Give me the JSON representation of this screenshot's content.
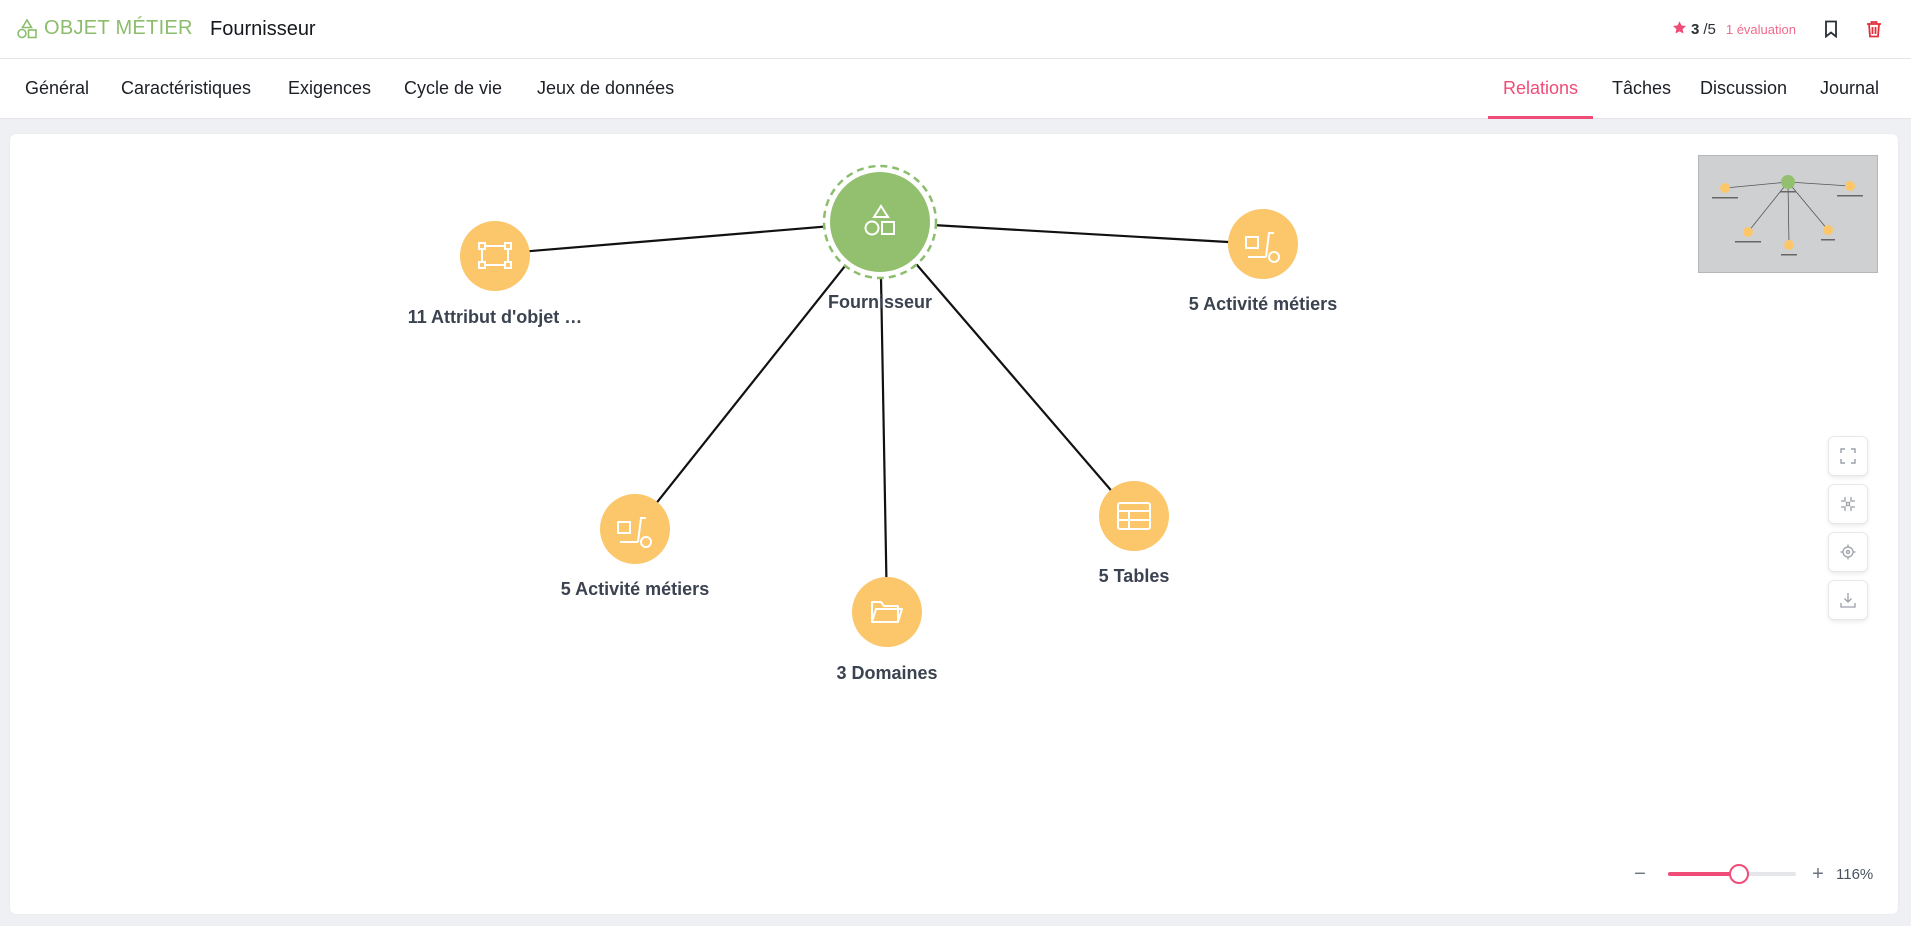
{
  "header": {
    "entity_type": "OBJET MÉTIER",
    "entity_name": "Fournisseur",
    "rating": {
      "score": "3",
      "max": "/5",
      "count": "1 évaluation",
      "value": 3,
      "out_of": 5
    },
    "icons": [
      "business-object-icon",
      "star-icon",
      "bookmark-icon",
      "trash-icon"
    ],
    "colors": {
      "brand": "#8bbd6c",
      "accent": "#f04c78",
      "delete": "#e0323c"
    }
  },
  "tabs_left": [
    {
      "label": "Général"
    },
    {
      "label": "Caractéristiques"
    },
    {
      "label": "Exigences"
    },
    {
      "label": "Cycle de vie"
    },
    {
      "label": "Jeux de données"
    }
  ],
  "tabs_right": [
    {
      "label": "Relations",
      "active": true
    },
    {
      "label": "Tâches"
    },
    {
      "label": "Discussion"
    },
    {
      "label": "Journal"
    }
  ],
  "graph": {
    "center": {
      "label": "Fournisseur",
      "icon": "shapes-icon",
      "color": "#93c06f"
    },
    "nodes": [
      {
        "id": "attributes",
        "label": "11 Attribut d'objet …",
        "icon": "vector-nodes-icon"
      },
      {
        "id": "activities-1",
        "label": "5 Activité métiers",
        "icon": "hand-truck-icon"
      },
      {
        "id": "activities-2",
        "label": "5 Activité métiers",
        "icon": "hand-truck-icon"
      },
      {
        "id": "domains",
        "label": "3 Domaines",
        "icon": "folder-icon"
      },
      {
        "id": "tables",
        "label": "5 Tables",
        "icon": "table-icon"
      }
    ],
    "node_color": "#fbc76a"
  },
  "toolbar": {
    "icons": [
      "fullscreen-icon",
      "fit-view-icon",
      "center-icon",
      "download-icon"
    ]
  },
  "zoom": {
    "value": 116,
    "label": "116%",
    "minus": "−",
    "plus": "+"
  }
}
